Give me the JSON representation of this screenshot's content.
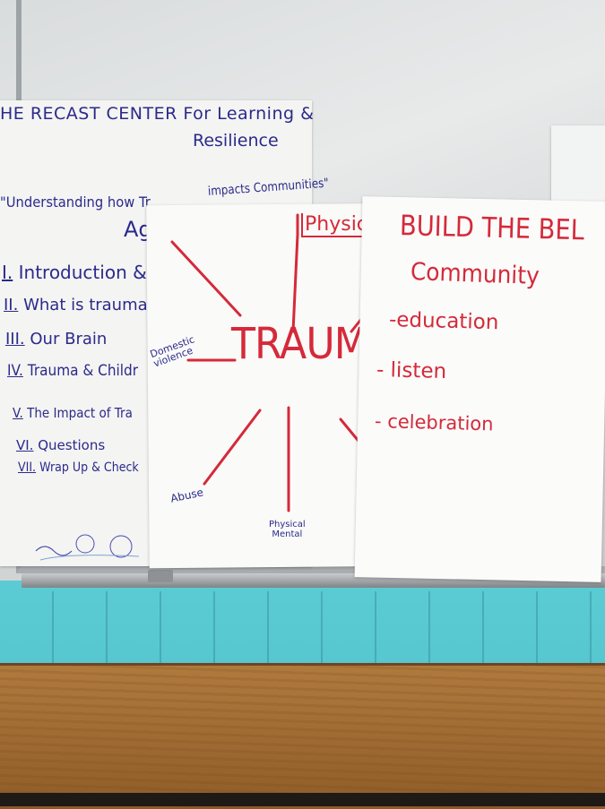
{
  "left_poster": {
    "title_line1": "HE RECAST CENTER For Learning &",
    "title_line2": "Resilience",
    "subtitle": "\"Understanding how Tr",
    "subtitle_cont": "impacts Communities\"",
    "agenda_fragment": "Ag",
    "agenda_items": [
      {
        "num": "I.",
        "label": "Introduction &"
      },
      {
        "num": "II.",
        "label": "What is trauma"
      },
      {
        "num": "III.",
        "label": "Our Brain"
      },
      {
        "num": "IV.",
        "label": "Trauma & Childr"
      },
      {
        "num": "V.",
        "label": "The Impact of Tra"
      },
      {
        "num": "VI.",
        "label": "Questions"
      },
      {
        "num": "VII.",
        "label": "Wrap Up & Check"
      }
    ]
  },
  "middle_poster": {
    "center_word": "TRAUMA",
    "spokes": {
      "top": "Physical",
      "left": "Domestic violence",
      "bottom_left": "Abuse",
      "bottom_line1": "Physical",
      "bottom_line2": "Mental"
    }
  },
  "right_poster": {
    "heading": "BUILD THE BEL",
    "subheading": "Community",
    "items": [
      "-education",
      "- listen",
      "- celebration"
    ]
  },
  "colors": {
    "red_marker": "#d42a3a",
    "blue_marker": "#2b2a8c",
    "wall": "#5fd0d8",
    "table": "#a06b33"
  }
}
